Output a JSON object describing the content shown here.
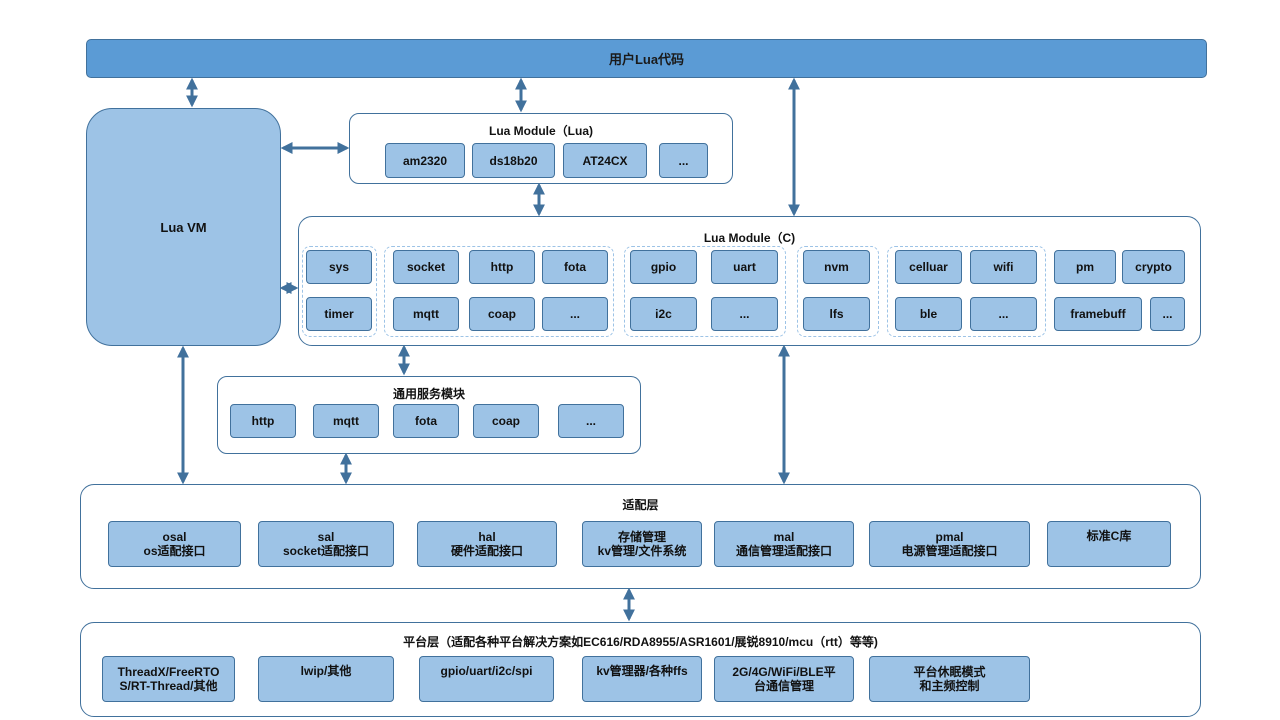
{
  "top_bar": {
    "label": "用户Lua代码"
  },
  "lua_vm": {
    "label": "Lua VM"
  },
  "lua_module_lua": {
    "title": "Lua Module（Lua)",
    "items": [
      "am2320",
      "ds18b20",
      "AT24CX",
      "..."
    ]
  },
  "lua_module_c": {
    "title": "Lua Module（C)",
    "items": [
      "sys",
      "timer",
      "socket",
      "http",
      "fota",
      "mqtt",
      "coap",
      "...",
      "gpio",
      "uart",
      "i2c",
      "...",
      "nvm",
      "lfs",
      "celluar",
      "wifi",
      "ble",
      "...",
      "pm",
      "crypto",
      "framebuff",
      "..."
    ]
  },
  "common_services": {
    "title": "通用服务模块",
    "items": [
      "http",
      "mqtt",
      "fota",
      "coap",
      "..."
    ]
  },
  "adapter_layer": {
    "title": "适配层",
    "items": [
      {
        "line1": "osal",
        "line2": "os适配接口"
      },
      {
        "line1": "sal",
        "line2": "socket适配接口"
      },
      {
        "line1": "hal",
        "line2": "硬件适配接口"
      },
      {
        "line1": "存储管理",
        "line2": "kv管理/文件系统"
      },
      {
        "line1": "mal",
        "line2": "通信管理适配接口"
      },
      {
        "line1": "pmal",
        "line2": "电源管理适配接口"
      },
      {
        "line1": "标准C库",
        "line2": ""
      }
    ]
  },
  "platform_layer": {
    "title": "平台层（适配各种平台解决方案如EC616/RDA8955/ASR1601/展锐8910/mcu（rtt）等等)",
    "items": [
      {
        "line1": "ThreadX/FreeRTO",
        "line2": "S/RT-Thread/其他"
      },
      {
        "line1": "lwip/其他",
        "line2": ""
      },
      {
        "line1": "gpio/uart/i2c/spi",
        "line2": ""
      },
      {
        "line1": "kv管理器/各种ffs",
        "line2": ""
      },
      {
        "line1": "2G/4G/WiFi/BLE平",
        "line2": "台通信管理"
      },
      {
        "line1": "平台休眠模式",
        "line2": "和主频控制"
      }
    ]
  },
  "colors": {
    "accent": "#5b9bd5",
    "box_fill": "#9dc3e6",
    "border": "#41719c"
  }
}
